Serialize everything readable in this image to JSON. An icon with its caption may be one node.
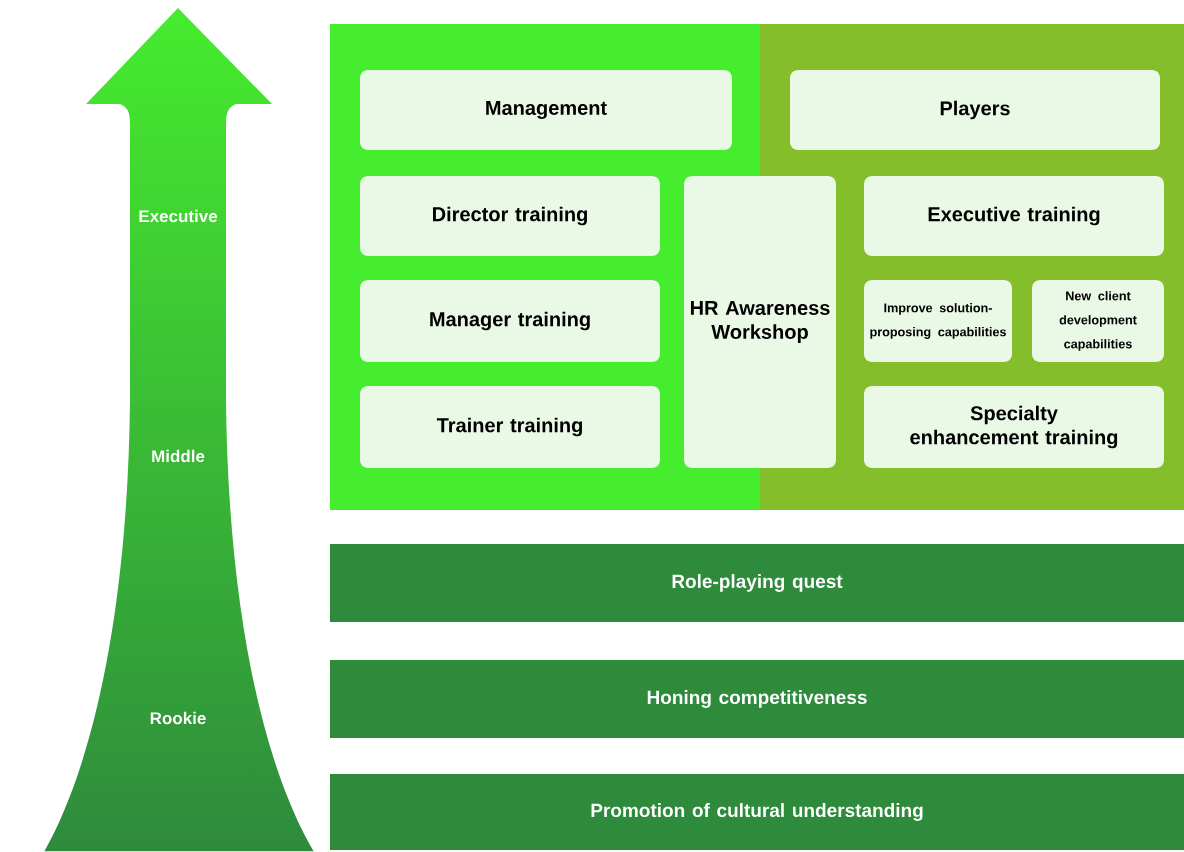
{
  "diagram": {
    "nodes": [
      {
        "text": [
          "Management"
        ]
      },
      {
        "text": [
          "Players"
        ]
      },
      {
        "text": [
          "Director training"
        ]
      },
      {
        "text": [
          "HR Awareness Workshop"
        ]
      },
      {
        "text": [
          "Executive training"
        ]
      },
      {
        "text": [
          "Manager training"
        ]
      },
      {
        "text": [
          "Improve solution-proposing capabilities"
        ]
      },
      {
        "text": [
          "New client development capabilities"
        ]
      },
      {
        "text": [
          "Trainer training"
        ]
      },
      {
        "text": [
          "Specialty enhancement training"
        ]
      },
      {
        "text": [
          "Role-playing quest"
        ]
      },
      {
        "text": [
          "Honing competitiveness"
        ]
      },
      {
        "text": [
          "Promotion of cultural understanding"
        ]
      }
    ],
    "labels": [
      "Executive",
      "Middle",
      "Rookie"
    ]
  }
}
